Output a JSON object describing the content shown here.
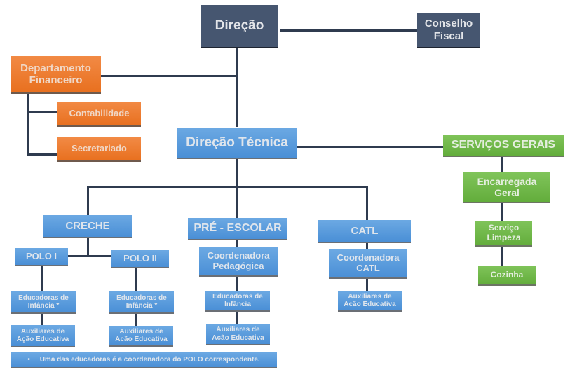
{
  "diagram": {
    "title": "Organograma",
    "nodes": {
      "direcao": "Direção",
      "conselho_fiscal": "Conselho Fiscal",
      "dep_financeiro": "Departamento Financeiro",
      "contabilidade": "Contabilidade",
      "secretariado": "Secretariado",
      "direcao_tecnica": "Direção Técnica",
      "servicos_gerais": "SERVIÇOS GERAIS",
      "encarregada_geral": "Encarregada Geral",
      "servico_limpeza": "Serviço Limpeza",
      "cozinha": "Cozinha",
      "creche": "CRECHE",
      "pre_escolar": "PRÉ - ESCOLAR",
      "catl": "CATL",
      "polo1": "POLO I",
      "polo2": "POLO II",
      "polo1_educadoras": "Educadoras de Infância *",
      "polo2_educadoras": "Educadoras de Infância *",
      "polo1_auxiliares": "Auxiliares de Ação Educativa",
      "polo2_auxiliares": "Auxiliares de Acão Educativa",
      "coord_pedagogica": "Coordenadora Pedagógica",
      "pre_educadoras": "Educadoras de Infância",
      "pre_auxiliares": "Auxiliares de Acão Educativa",
      "coord_catl": "Coordenadora CATL",
      "catl_auxiliares": "Auxiliares de Acão Educativa"
    },
    "footnote": "•     Uma das educadoras é a coordenadora do POLO correspondente.",
    "colors": {
      "direction": "#465670",
      "financial": "#ed7d31",
      "technical": "#5b9bd5",
      "services": "#70b84a",
      "connector": "#2f3b4f"
    }
  }
}
